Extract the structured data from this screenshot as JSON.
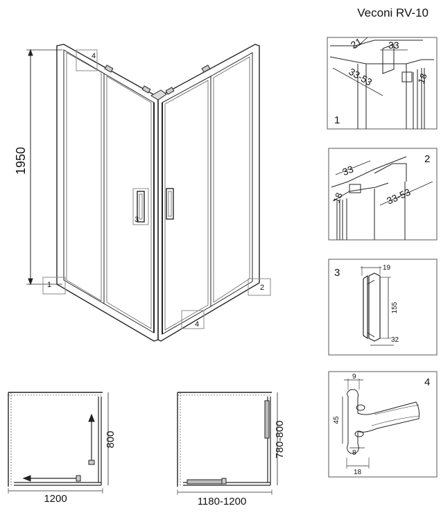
{
  "title": "Veconi RV-10",
  "main_view": {
    "height_label": "1950",
    "callouts": [
      "1",
      "2",
      "3",
      "4",
      "4"
    ]
  },
  "detail1": {
    "number": "1",
    "dims": [
      "21",
      "33",
      "33-53",
      "18"
    ]
  },
  "detail2": {
    "number": "2",
    "dims": [
      "33",
      "18",
      "33-53"
    ]
  },
  "detail3": {
    "number": "3",
    "dims": [
      "19",
      "155",
      "32"
    ]
  },
  "detail4": {
    "number": "4",
    "dims": [
      "9",
      "45",
      "8",
      "18"
    ]
  },
  "plan_left": {
    "width_label": "1200",
    "depth_label": "800"
  },
  "plan_right": {
    "width_label": "1180-1200",
    "depth_label": "780-800"
  }
}
